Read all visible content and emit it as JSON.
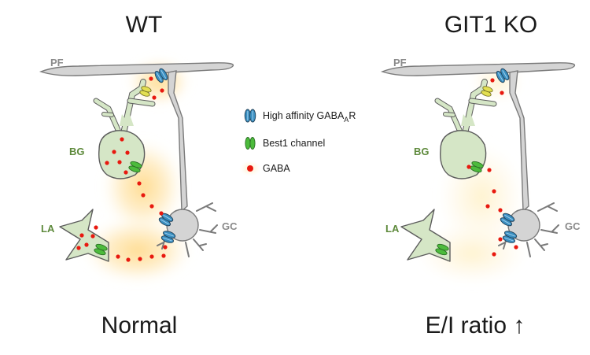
{
  "panels": [
    {
      "title": "WT",
      "caption": "Normal",
      "labels": {
        "pf": "PF",
        "bg": "BG",
        "la": "LA",
        "gc": "GC"
      }
    },
    {
      "title": "GIT1 KO",
      "caption": "E/I ratio ↑",
      "labels": {
        "pf": "PF",
        "bg": "BG",
        "la": "LA",
        "gc": "GC"
      }
    }
  ],
  "legend": {
    "receptor": {
      "text": "High affinity GABA",
      "sub": "A",
      "suffix": "R",
      "icon": "receptor-icon"
    },
    "channel": {
      "text": "Best1 channel",
      "icon": "channel-icon"
    },
    "gaba": {
      "text": "GABA",
      "icon": "gaba-dot-icon"
    }
  },
  "colors": {
    "cell_fill": "#d4d4d4",
    "cell_stroke": "#7a7a7a",
    "glia_fill": "#d5e6c6",
    "glia_stroke": "#5c5c5c",
    "glow": "#ffd98a",
    "gaba": "#e8190f",
    "receptor": "#3b8fc0",
    "channel": "#4cbb3c",
    "synapse": "#e3df52"
  }
}
